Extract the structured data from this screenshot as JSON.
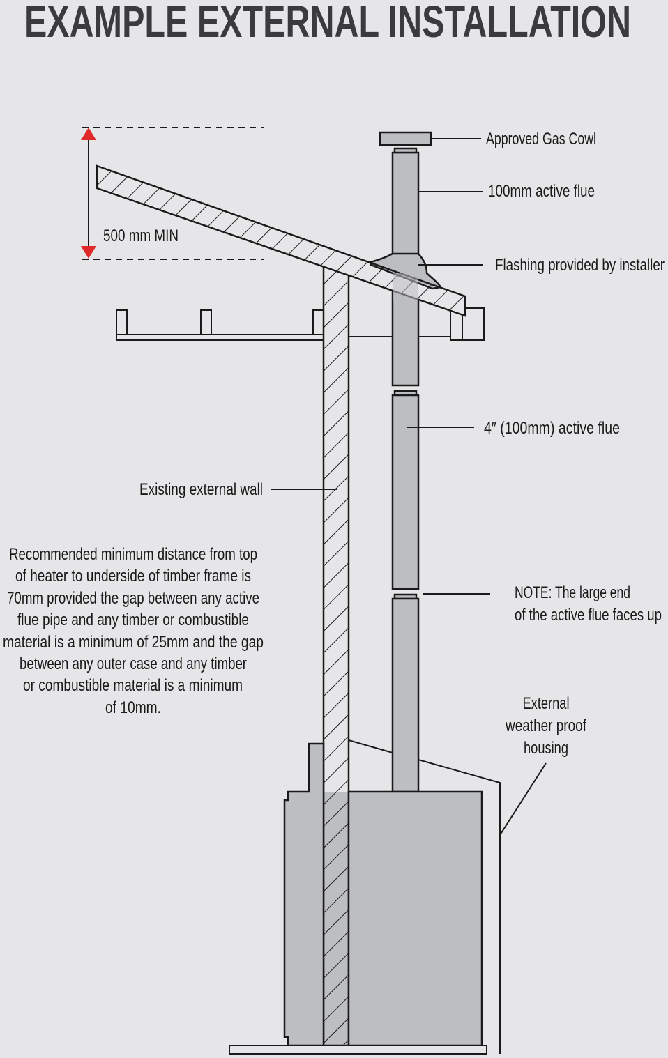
{
  "title": "EXAMPLE EXTERNAL INSTALLATION",
  "dimension": {
    "label": "500 mm MIN",
    "arrow_color": "#e02a2a"
  },
  "labels": {
    "cowl": "Approved Gas Cowl",
    "flue_top": "100mm active flue",
    "flashing": "Flashing provided by installer",
    "flue_mid": "4″ (100mm) active flue",
    "wall": "Existing external wall",
    "note": [
      "NOTE: The large end",
      "of the active flue faces up"
    ],
    "housing": [
      "External",
      "weather proof",
      "housing"
    ]
  },
  "recommendation": [
    "Recommended minimum distance from top",
    "of heater to underside of timber frame is",
    "70mm provided the gap between any active",
    "flue pipe and any timber or combustible",
    "material is a minimum of 25mm and the gap",
    "between any outer case and any timber",
    "or combustible material is a minimum",
    "of 10mm."
  ],
  "colors": {
    "background": "#e6e6e8",
    "part_fill": "#bdbec1",
    "title": "#3b3b3d"
  }
}
